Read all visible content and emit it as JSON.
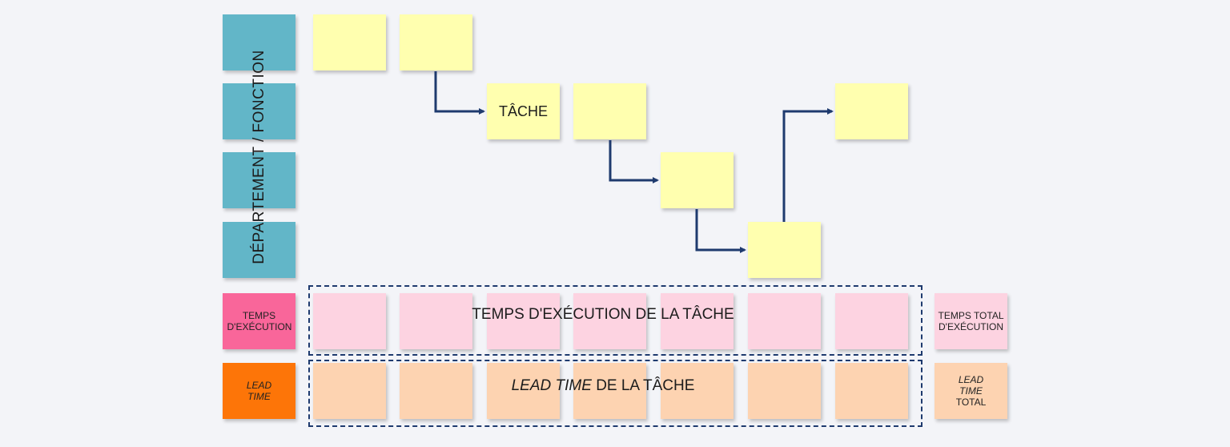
{
  "side_label": "DÉPARTEMENT / FONCTION",
  "task_label": "TÂCHE",
  "exec_time": {
    "row_label": "TEMPS D'EXÉCUTION",
    "band_label": "TEMPS D'EXÉCUTION DE LA TÂCHE",
    "total_label": "TEMPS TOTAL D'EXÉCUTION"
  },
  "lead_time": {
    "row_label": "LEAD TIME",
    "band_label_italic": "LEAD TIME",
    "band_label_rest": " DE LA TÂCHE",
    "total_italic": "LEAD TIME",
    "total_rest": "TOTAL"
  },
  "colors": {
    "task_note": "#ffffaf",
    "department": "#62b6c8",
    "exec_note": "#fdd3e1",
    "exec_row_label": "#f9669a",
    "lead_note": "#fdd3b1",
    "lead_row_label": "#fd7508",
    "arrow": "#1e3a6e"
  }
}
